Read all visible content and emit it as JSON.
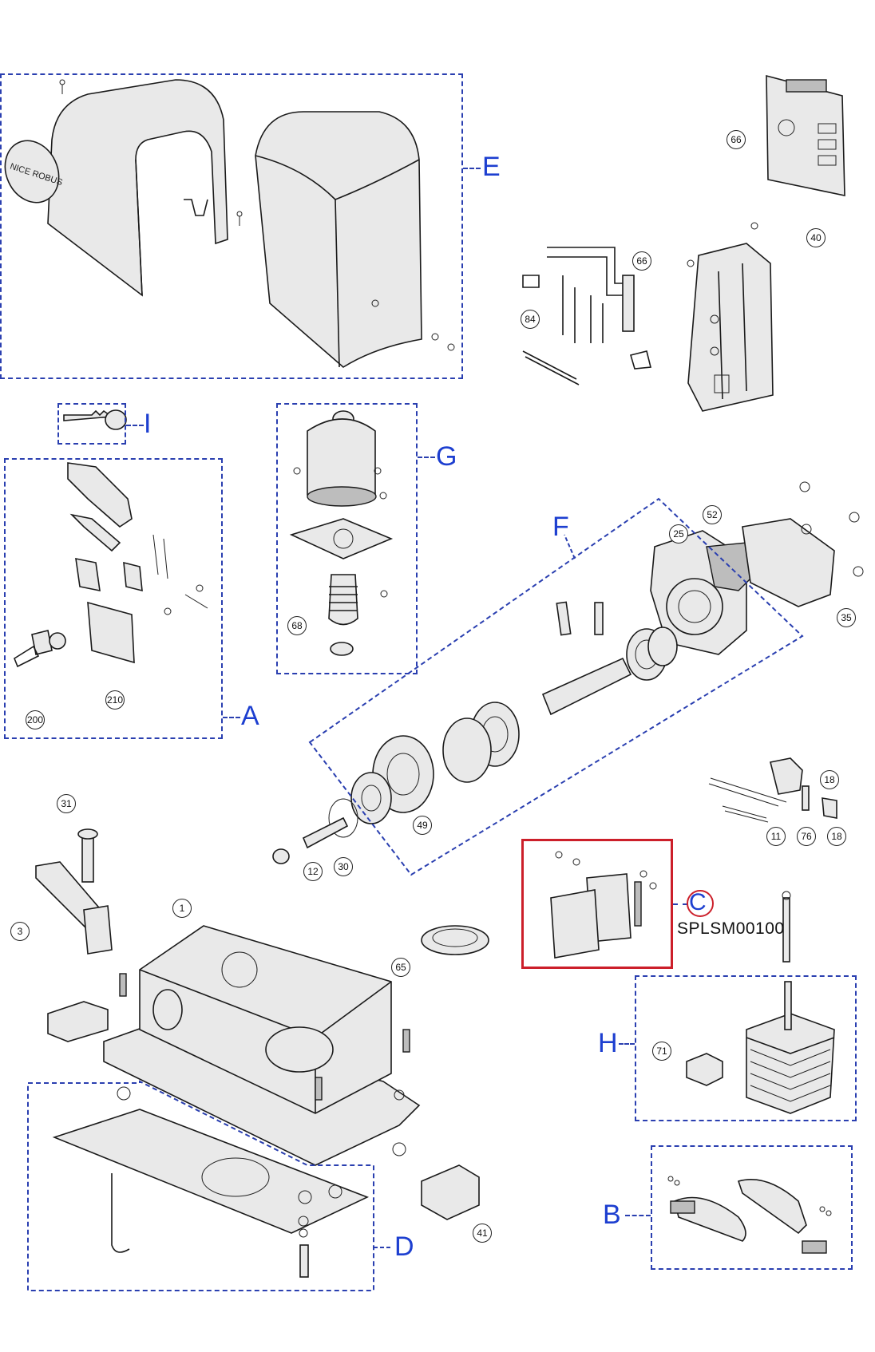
{
  "groups": {
    "E": "E",
    "I": "I",
    "G": "G",
    "A": "A",
    "F": "F",
    "C": "C",
    "H": "H",
    "B": "B",
    "D": "D"
  },
  "part_number": "SPLSM00100",
  "cover_brand": "NICE ROBUS",
  "callouts": {
    "c66a": "66",
    "c66b": "66",
    "c40": "40",
    "c84": "84",
    "c68": "68",
    "c200": "200",
    "c210": "210",
    "c52": "52",
    "c25": "25",
    "c35": "35",
    "c49": "49",
    "c12": "12",
    "c30": "30",
    "c31": "31",
    "c3": "3",
    "c1": "1",
    "c18a": "18",
    "c18b": "18",
    "c11": "11",
    "c76": "76",
    "c65": "65",
    "c71": "71",
    "c41": "41"
  },
  "colors": {
    "group_border": "#2a3fb0",
    "group_letter": "#1d3fd0",
    "highlight": "#cc1f2a",
    "line_art": "#1a1a1a"
  }
}
